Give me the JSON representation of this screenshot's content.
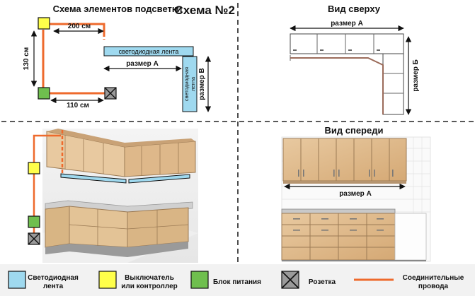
{
  "page_title": "Схема №2",
  "panels": {
    "scheme": {
      "title": "Схема элементов подсветки",
      "dim_top": "200 см",
      "dim_left": "130 см",
      "dim_bottom": "110 см",
      "led_strip_label": "светодиодная лента",
      "led_strip_vertical_label": [
        "светодиодная",
        "лента"
      ],
      "size_a": "размер А",
      "size_b": "размер В"
    },
    "top_view": {
      "title": "Вид сверху",
      "size_a": "размер А",
      "size_b": "размер Б"
    },
    "front_view": {
      "title": "Вид спереди",
      "size_a": "размер А"
    }
  },
  "legend": {
    "items": [
      {
        "label": [
          "Светодиодная",
          "лента"
        ],
        "swatch": "#9fd9ef"
      },
      {
        "label": [
          "Выключатель",
          "или контроллер"
        ],
        "swatch": "#ffff4a"
      },
      {
        "label": [
          "Блок питания"
        ],
        "swatch": "#6fbf4e"
      },
      {
        "label": [
          "Розетка"
        ],
        "swatch": "#9a9a9a"
      },
      {
        "label": [
          "Соединительные",
          "провода"
        ],
        "swatch": "#ee6a2c"
      }
    ]
  },
  "colors": {
    "led": "#9fd9ef",
    "switch": "#ffff4a",
    "power": "#6fbf4e",
    "wire": "#ee6a2c",
    "wood": "#deb88a",
    "counter": "#c9c9c9"
  }
}
